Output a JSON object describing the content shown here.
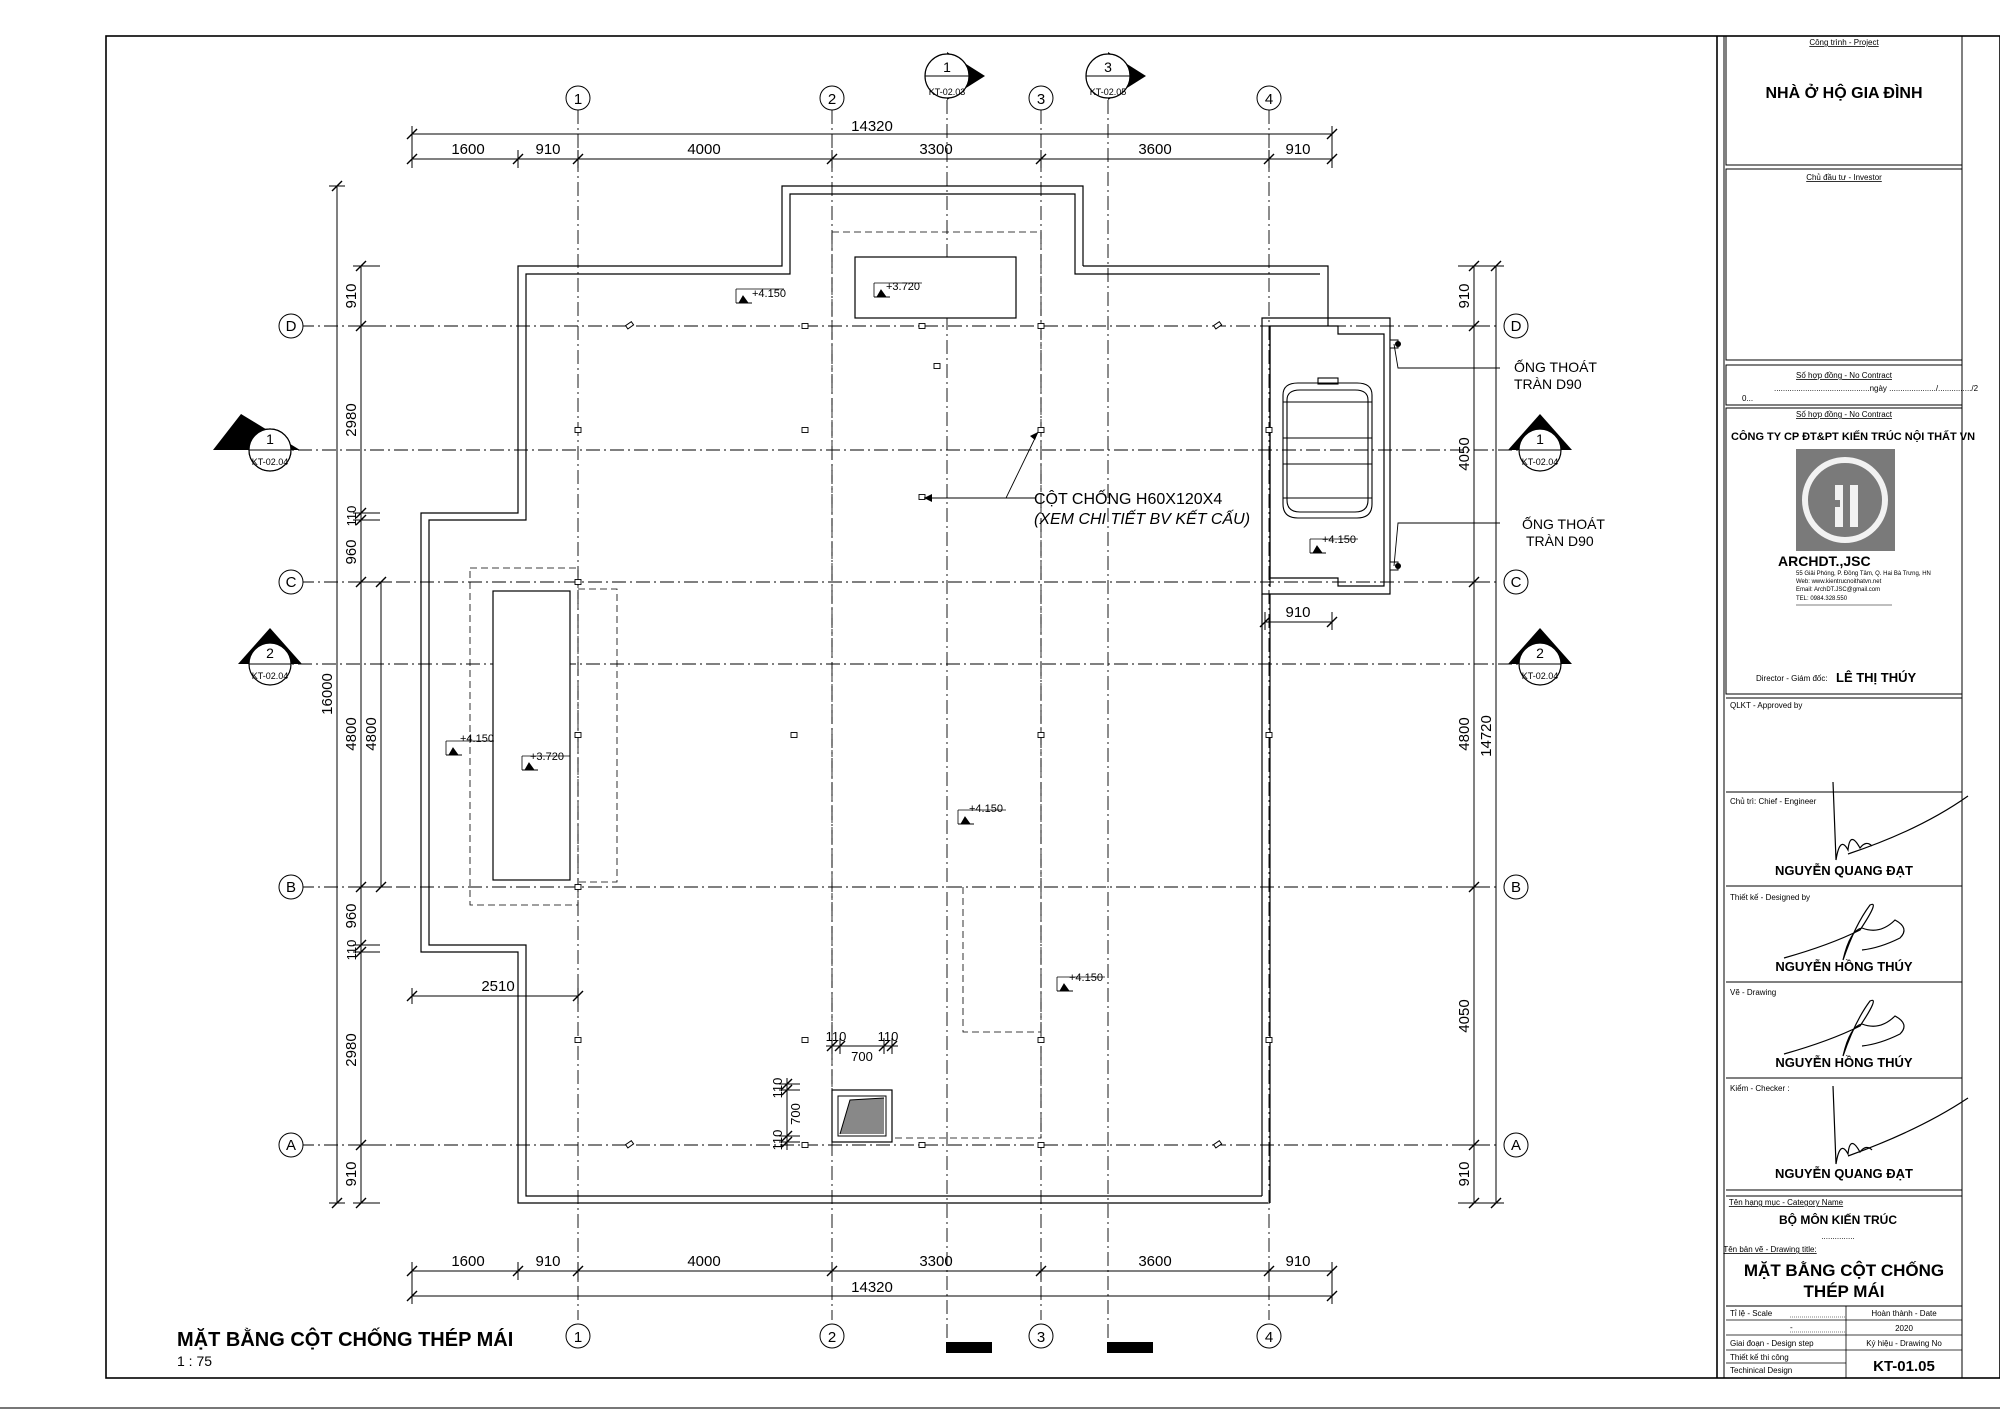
{
  "title_block": {
    "project_label": "Công trình - Project",
    "project_name": "NHÀ Ở HỘ GIA ĐÌNH",
    "investor_label": "Chủ đầu tư - Investor",
    "contract_label": "Số hợp đồng - No Contract",
    "contract_date_line": "...........................................ngày ...................../.............../2",
    "contract_line2": "0...",
    "contract_label2": "Số hợp đồng - No Contract",
    "company": "CÔNG TY CP ĐT&PT KIẾN TRÚC NỘI THẤT VN",
    "logo_name": "ARCHDT.,JSC",
    "logo_lines": [
      "55 Giải Phóng, P. Đồng Tâm, Q. Hai Bà Trưng, HN",
      "Web: www.kientrucnoithatvn.net",
      "Email: ArchDT.JSC@gmail.com",
      "TEL: 0984.328.550"
    ],
    "director_label": "Director - Giám đốc:",
    "director_name": "LÊ THỊ THÚY",
    "approved_label": "QLKT - Approved by",
    "chief_label": "Chủ trì: Chief - Engineer",
    "chief_name": "NGUYỄN QUANG ĐẠT",
    "designed_label": "Thiết kế - Designed by",
    "designed_name": "NGUYỄN HỒNG THÚY",
    "drawing_label": "Vẽ - Drawing",
    "drawing_name": "NGUYỄN HỒNG THÚY",
    "checker_label": "Kiểm - Checker :",
    "checker_name": "NGUYỄN QUANG ĐẠT",
    "category_label": "Tên hạng mục - Category Name",
    "category": "BỘ MÔN KIẾN TRÚC",
    "category_dots": "...............",
    "drawing_title_label": "Tên bản vẽ - Drawing title:",
    "drawing_title_1": "MẶT BẰNG CỘT CHỐNG",
    "drawing_title_2": "THÉP MÁI",
    "scale_label": "Tỉ lệ - Scale",
    "scale_dash": "-",
    "date_label": "Hoàn thành - Date",
    "date": "2020",
    "stage_label": "Giai đoạn - Design step",
    "drawing_no_label": "Ký hiệu - Drawing No",
    "stage_1": "Thiết kế thi công",
    "stage_2": "Techinical Design",
    "drawing_no": "KT-01.05"
  },
  "plan": {
    "title": "MẶT BẰNG CỘT CHỐNG THÉP MÁI",
    "scale": "1 : 75",
    "grid_numbers": [
      "1",
      "2",
      "3",
      "4"
    ],
    "grid_letters": [
      "A",
      "B",
      "C",
      "D"
    ],
    "top_total": "14320",
    "bottom_total": "14320",
    "x_dims": [
      "1600",
      "910",
      "4000",
      "3300",
      "3600",
      "910"
    ],
    "left_dims": [
      "910",
      "2980",
      "110",
      "960",
      "4800",
      "960",
      "110",
      "2980",
      "910"
    ],
    "left_total": "16000",
    "left_inner": "4800",
    "right_dims": [
      "910",
      "4050",
      "4800",
      "4050",
      "910"
    ],
    "right_total": "14720",
    "dim_2510": "2510",
    "dim_910_tank": "910",
    "dim_hatch_110a": "110",
    "dim_hatch_110b": "110",
    "dim_hatch_700": "700",
    "dim_hatch_v110a": "110",
    "dim_hatch_v700": "700",
    "dim_hatch_v110b": "110",
    "levels": {
      "l1": "+4.150",
      "l2": "+3.720",
      "l3": "+4.150",
      "l4": "+3.720",
      "l5": "+4.150",
      "l6": "+4.150",
      "l7": "+4.150"
    },
    "note_strut_1": "CỘT CHỐNG H60X120X4",
    "note_strut_2": "(XEM CHI TIẾT BV KẾT CẤU)",
    "note_drain_a_1": "ỐNG THOÁT",
    "note_drain_a_2": "TRÀN D90",
    "note_drain_b_1": "ỐNG THOÁT",
    "note_drain_b_2": "TRÀN D90",
    "section_markers": [
      {
        "num": "1",
        "ref": "KT-02.03"
      },
      {
        "num": "3",
        "ref": "KT-02.05"
      },
      {
        "num": "1",
        "ref": "KT-02.04"
      },
      {
        "num": "2",
        "ref": "KT-02.04"
      },
      {
        "num": "1",
        "ref": "KT-02.04"
      },
      {
        "num": "2",
        "ref": "KT-02.04"
      }
    ]
  }
}
